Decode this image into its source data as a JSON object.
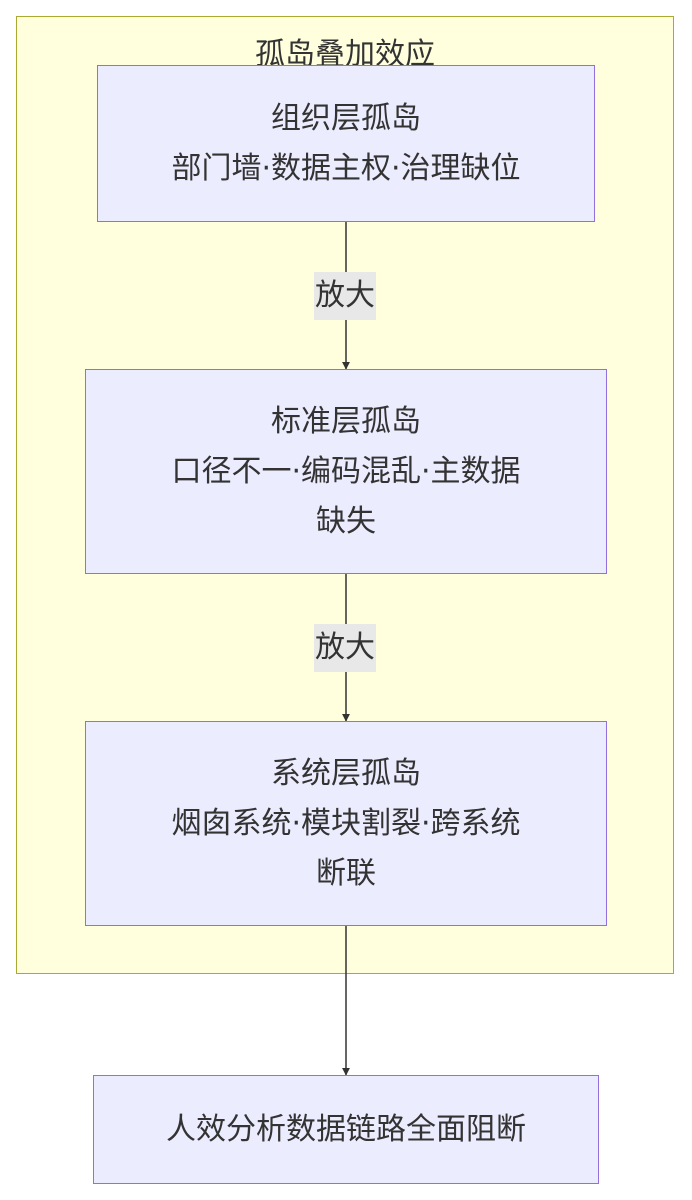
{
  "cluster": {
    "title": "孤岛叠加效应"
  },
  "nodes": {
    "org": {
      "title": "组织层孤岛",
      "detail": "部门墙·数据主权·治理缺位"
    },
    "std": {
      "title": "标准层孤岛",
      "detail_line1": "口径不一·编码混乱·主数据",
      "detail_line2": "缺失"
    },
    "sys": {
      "title": "系统层孤岛",
      "detail_line1": "烟囱系统·模块割裂·跨系统",
      "detail_line2": "断联"
    },
    "result": {
      "text": "人效分析数据链路全面阻断"
    }
  },
  "edges": [
    {
      "from": "org",
      "to": "std",
      "label": "放大"
    },
    {
      "from": "std",
      "to": "sys",
      "label": "放大"
    },
    {
      "from": "sys",
      "to": "result",
      "label": ""
    }
  ],
  "colors": {
    "cluster_fill": "#ffffde",
    "cluster_stroke": "#aaaa33",
    "node_fill": "#ececff",
    "node_stroke": "#9370db",
    "edge": "#333333",
    "label_bg": "#e8e8e8"
  }
}
